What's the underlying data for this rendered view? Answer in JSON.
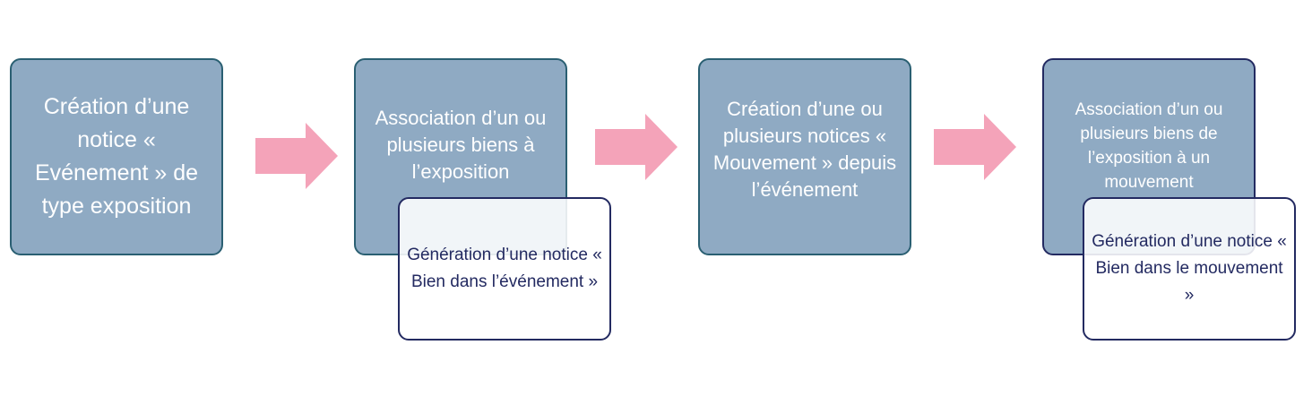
{
  "diagram": {
    "steps": [
      {
        "label": "Création d’une notice « Evénement » de type exposition"
      },
      {
        "label": "Association d’un ou plusieurs biens à l’exposition"
      },
      {
        "label": "Création d’une ou plusieurs notices « Mouvement » depuis l’événement"
      },
      {
        "label": "Association d’un ou plusieurs biens de l’exposition à un mouvement"
      }
    ],
    "results": [
      {
        "label": "Génération d’une notice « Bien dans l’événement »"
      },
      {
        "label": "Génération d’une notice « Bien dans le mouvement »"
      }
    ],
    "colors": {
      "step_fill": "#8faac3",
      "step_border": "#2a5f72",
      "result_border": "#232a61",
      "arrow_fill": "#f4a3b9"
    }
  }
}
